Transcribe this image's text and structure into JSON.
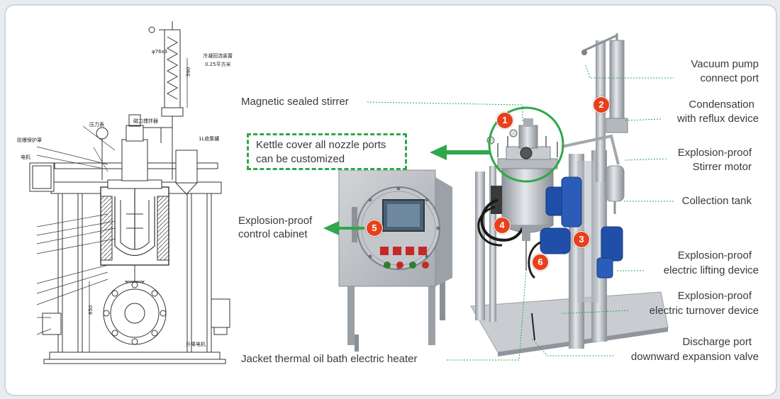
{
  "colors": {
    "accent_green": "#2ea84a",
    "badge_red": "#e8401c",
    "steel": "#b9bec4",
    "motor_blue": "#1f4fa8"
  },
  "drawing_notes": {
    "top_dim": "φ76x3",
    "condenser_note_1": "冷凝回流装置",
    "condenser_note_2": "0.25平方米",
    "dim_vertical_1": "590",
    "dim_vertical_2": "650",
    "receiver_note": "1L收集罐",
    "label_stirrer": "磁力搅拌器",
    "label_gauge": "压力表",
    "label_motor": "电机",
    "label_hood": "防爆保护罩",
    "label_lower": "升降电机"
  },
  "labels": {
    "magnetic_stirrer": "Magnetic sealed stirrer",
    "kettle_cover": "Kettle cover all nozzle ports can be customized",
    "control_cabinet_1": "Explosion-proof",
    "control_cabinet_2": "control cabinet",
    "heater": "Jacket thermal oil bath electric heater",
    "vacuum_1": "Vacuum pump",
    "vacuum_2": "connect port",
    "condensation_1": "Condensation",
    "condensation_2": "with reflux device",
    "stirrer_motor_1": "Explosion-proof",
    "stirrer_motor_2": "Stirrer motor",
    "collection_tank": "Collection tank",
    "lifting_1": "Explosion-proof",
    "lifting_2": "electric lifting device",
    "turnover_1": "Explosion-proof",
    "turnover_2": "electric turnover device",
    "discharge_1": "Discharge port",
    "discharge_2": "downward expansion valve"
  },
  "badges": [
    "1",
    "2",
    "3",
    "4",
    "5",
    "6"
  ]
}
